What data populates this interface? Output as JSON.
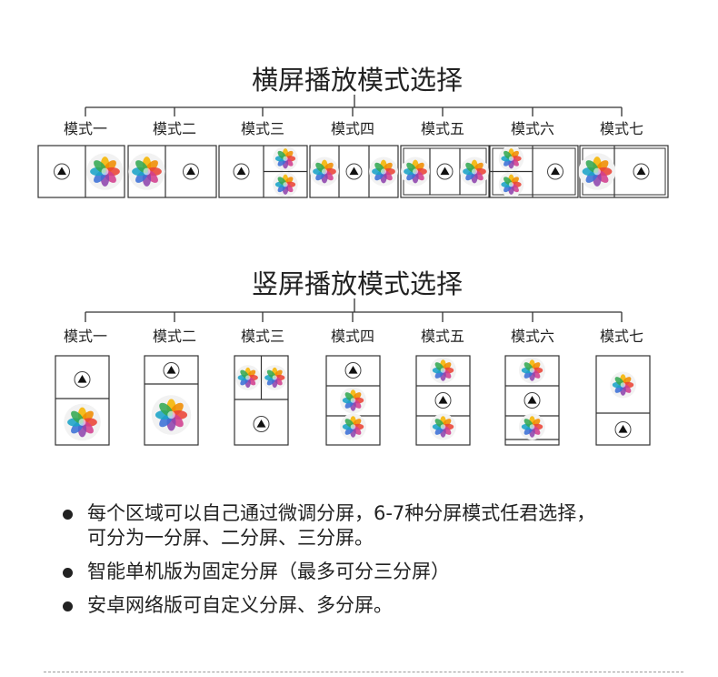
{
  "landscape": {
    "title": "横屏播放模式选择",
    "modes": [
      {
        "label": "模式一",
        "cells": [
          {
            "type": "play"
          },
          {
            "type": "flower"
          }
        ]
      },
      {
        "label": "模式二",
        "cells": [
          {
            "type": "flower"
          },
          {
            "type": "play"
          }
        ]
      },
      {
        "label": "模式三",
        "cells": [
          {
            "type": "play"
          },
          {
            "type": "flower"
          },
          {
            "type": "flower"
          }
        ]
      },
      {
        "label": "模式四",
        "cells": [
          {
            "type": "flower"
          },
          {
            "type": "play"
          },
          {
            "type": "flower"
          }
        ]
      },
      {
        "label": "模式五",
        "cells": [
          {
            "type": "flower"
          },
          {
            "type": "play"
          },
          {
            "type": "flower"
          }
        ]
      },
      {
        "label": "模式六",
        "cells": [
          {
            "type": "flower"
          },
          {
            "type": "flower"
          },
          {
            "type": "play"
          }
        ]
      },
      {
        "label": "模式七",
        "cells": [
          {
            "type": "flower"
          },
          {
            "type": "play"
          }
        ]
      }
    ]
  },
  "portrait": {
    "title": "竖屏播放模式选择",
    "modes": [
      {
        "label": "模式一",
        "cells": [
          {
            "type": "play"
          },
          {
            "type": "flower"
          }
        ]
      },
      {
        "label": "模式二",
        "cells": [
          {
            "type": "play"
          },
          {
            "type": "flower"
          }
        ]
      },
      {
        "label": "模式三",
        "cells": [
          {
            "type": "flower"
          },
          {
            "type": "flower"
          },
          {
            "type": "play"
          }
        ]
      },
      {
        "label": "模式四",
        "cells": [
          {
            "type": "play"
          },
          {
            "type": "flower"
          },
          {
            "type": "flower"
          }
        ]
      },
      {
        "label": "模式五",
        "cells": [
          {
            "type": "flower"
          },
          {
            "type": "play"
          },
          {
            "type": "flower"
          }
        ]
      },
      {
        "label": "模式六",
        "cells": [
          {
            "type": "flower"
          },
          {
            "type": "play"
          },
          {
            "type": "flower"
          }
        ]
      },
      {
        "label": "模式七",
        "cells": [
          {
            "type": "flower"
          },
          {
            "type": "play"
          }
        ]
      }
    ]
  },
  "icons": {
    "play": "play-icon",
    "flower": "photos-flower-icon"
  },
  "colors": {
    "line": "#333333",
    "text": "#222222",
    "petals": [
      "#f5b400",
      "#f08c00",
      "#ea4335",
      "#d23f8e",
      "#8e44ad",
      "#3b6fd6",
      "#1aa3c7",
      "#34a853"
    ]
  },
  "notes": [
    {
      "line1": "每个区域可以自己通过微调分屏，6-7种分屏模式任君选择，",
      "line2": "可分为一分屏、二分屏、三分屏。"
    },
    {
      "line1": "智能单机版为固定分屏（最多可分三分屏）",
      "line2": ""
    },
    {
      "line1": "安卓网络版可自定义分屏、多分屏。",
      "line2": ""
    }
  ]
}
